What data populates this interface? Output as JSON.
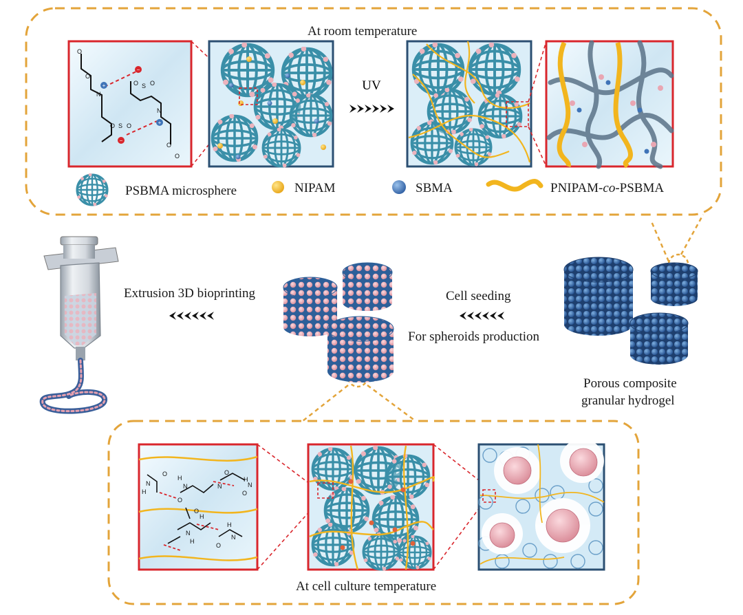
{
  "top_panel": {
    "title": "At room temperature",
    "arrow_label": "UV"
  },
  "legend": {
    "microsphere": "PSBMA microsphere",
    "nipam": "NIPAM",
    "sbma": "SBMA",
    "copolymer_prefix": "PNIPAM-",
    "copolymer_italic": "co",
    "copolymer_suffix": "-PSBMA"
  },
  "middle": {
    "extrusion_label": "Extrusion 3D bioprinting",
    "seeding_label": "Cell seeding",
    "spheroids_label": "For spheroids production",
    "hydrogel_label_line1": "Porous composite",
    "hydrogel_label_line2": "granular hydrogel"
  },
  "bottom_panel": {
    "title": "At cell culture temperature"
  },
  "chemistry": {
    "top_atoms": [
      "O",
      "O",
      "N",
      "N",
      "S",
      "S",
      "O",
      "O",
      "O",
      "O",
      "O",
      "O"
    ],
    "top_charges": [
      "+",
      "+",
      "−",
      "−"
    ],
    "bottom_atoms": [
      "O",
      "N",
      "H",
      "H",
      "N",
      "O",
      "N",
      "O",
      "H",
      "O",
      "N",
      "H",
      "O",
      "N",
      "H",
      "N",
      "O",
      "H"
    ]
  },
  "colors": {
    "dashed_border": "#e3a43a",
    "red_frame": "#d9262c",
    "dark_frame": "#2b4f72",
    "panel_bg": "#d7ebf6",
    "microsphere": "#3a8fa8",
    "nipam": "#f3bd2a",
    "sbma": "#3f74b8",
    "copolymer": "#f2b51e",
    "pink_node": "#e9a6b2"
  },
  "icons": [
    "syringe-icon",
    "chevron-arrows-icon",
    "microsphere-icon",
    "granular-hydrogel-icon",
    "cell-spheroid-icon"
  ]
}
